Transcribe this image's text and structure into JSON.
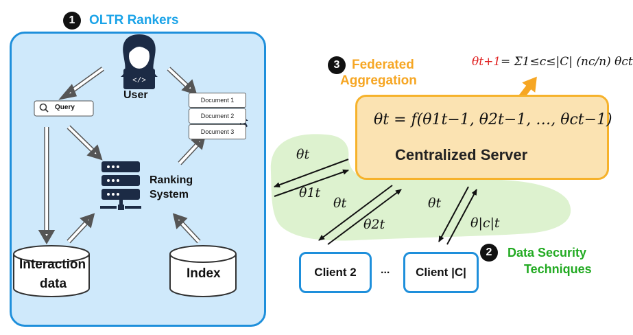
{
  "oltr": {
    "badge": "1",
    "title": "OLTR Rankers",
    "user_label": "User",
    "query_label": "Query",
    "documents": [
      "Document 1",
      "Document 2",
      "Document 3"
    ],
    "ranking_line1": "Ranking",
    "ranking_line2": "System",
    "interaction_line1": "Interaction",
    "interaction_line2": "data",
    "index_label": "Index"
  },
  "aggregation": {
    "badge": "3",
    "title_line1": "Federated",
    "title_line2": "Aggregation"
  },
  "server": {
    "formula": "θt = f(θ1t−1, θ2t−1, …, θct−1)",
    "label": "Centralized Server"
  },
  "update_formula": {
    "lhs": "θt+1",
    "rhs": "= Σ1≤c≤|C| (nc/n) θct"
  },
  "links": {
    "theta_down": "θt",
    "theta_up_1": "θ1t",
    "theta_up_2": "θ2t",
    "theta_up_c": "θ|c|t"
  },
  "clients": [
    "Client 2",
    "...",
    "Client |C|"
  ],
  "security": {
    "badge": "2",
    "title_line1": "Data Security",
    "title_line2": "Techniques"
  },
  "colors": {
    "oltr_fill": "#cfe9fb",
    "oltr_border": "#1e8fdb",
    "server_fill": "#fbe3b2",
    "server_border": "#f6b22b",
    "security_green": "#22aa22",
    "security_fill": "#ddf2cf",
    "aggregation_orange": "#f6a623",
    "theta_red": "#e02020"
  }
}
